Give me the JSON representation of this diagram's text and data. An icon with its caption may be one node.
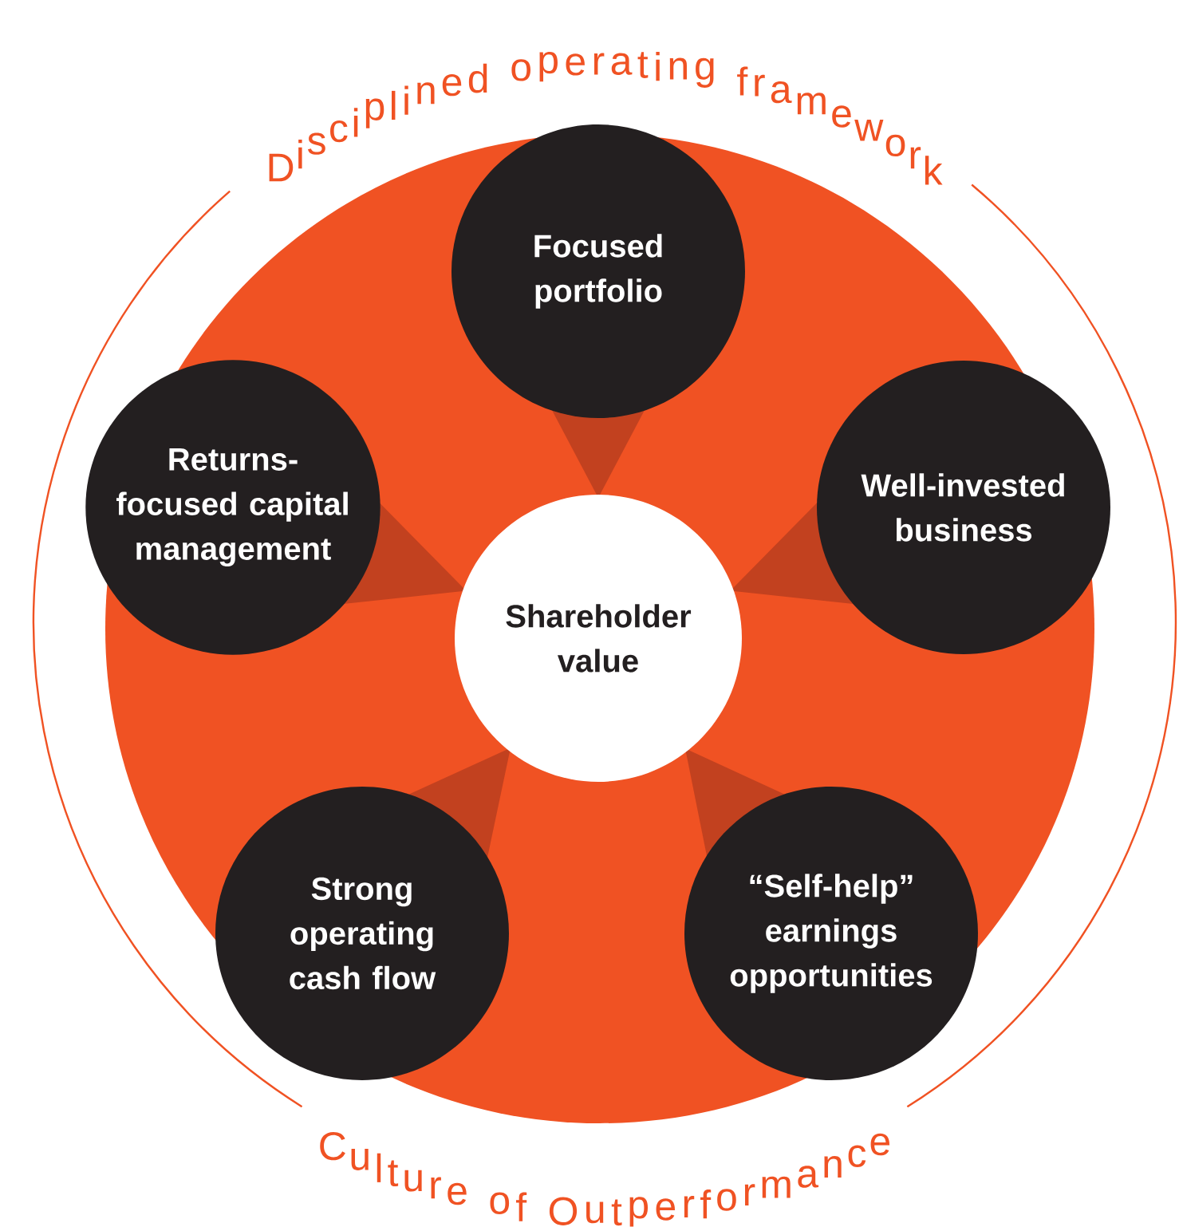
{
  "diagram": {
    "nodes": [
      {
        "text": [
          "Focused portfolio"
        ]
      },
      {
        "text": [
          "Returns-focused capital management"
        ]
      },
      {
        "text": [
          "Well-invested business"
        ]
      },
      {
        "text": [
          "Shareholder value"
        ]
      },
      {
        "text": [
          "Strong operating cash flow"
        ]
      },
      {
        "text": [
          "“Self-help” earnings opportunities"
        ]
      }
    ],
    "labels": [
      "Disciplined operating framework",
      "Culture of Outperformance"
    ]
  }
}
